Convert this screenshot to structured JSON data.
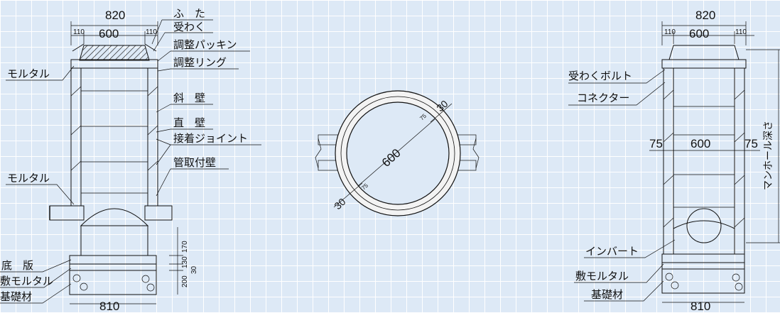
{
  "left": {
    "dims": {
      "outer": "820",
      "inner": "600",
      "left_edge": "110",
      "right_edge": "110",
      "bottom": "810",
      "v170": "170",
      "v130": "130",
      "v30": "30",
      "v200": "200"
    },
    "labels": {
      "futa": "ふ　た",
      "ukewaku": "受わく",
      "packing": "調整パッキン",
      "ring": "調整リング",
      "shaheki": "斜　壁",
      "chokuheki": "直　壁",
      "joint": "接着ジョイント",
      "kantori": "管取付壁",
      "mortar_top": "モルタル",
      "mortar_mid": "モルタル",
      "teiban": "底　版",
      "shiki_mortar": "敷モルタル",
      "kiso": "基礎材"
    }
  },
  "center": {
    "dims": {
      "inner": "600",
      "t_top": "30",
      "t_75_top": "75",
      "t_bottom": "30",
      "t_75_bottom": "75"
    }
  },
  "right": {
    "dims": {
      "outer": "820",
      "inner": "600",
      "left_edge": "110",
      "right_edge": "110",
      "wall_left": "75",
      "mid": "600",
      "wall_right": "75",
      "bottom": "810"
    },
    "labels": {
      "bolt": "受わくボルト",
      "connector": "コネクター",
      "invert": "インバート",
      "shiki_mortar": "敷モルタル",
      "kiso": "基礎材",
      "depth": "マンホール深さ"
    }
  },
  "colors": {
    "background": "#dde9f6",
    "grid": "#ffffff",
    "wall": "#f3f3f3",
    "gravel": "#f6f0b8",
    "mortar": "#d6c9b8",
    "invert": "#b9cde6",
    "line": "#111111"
  }
}
